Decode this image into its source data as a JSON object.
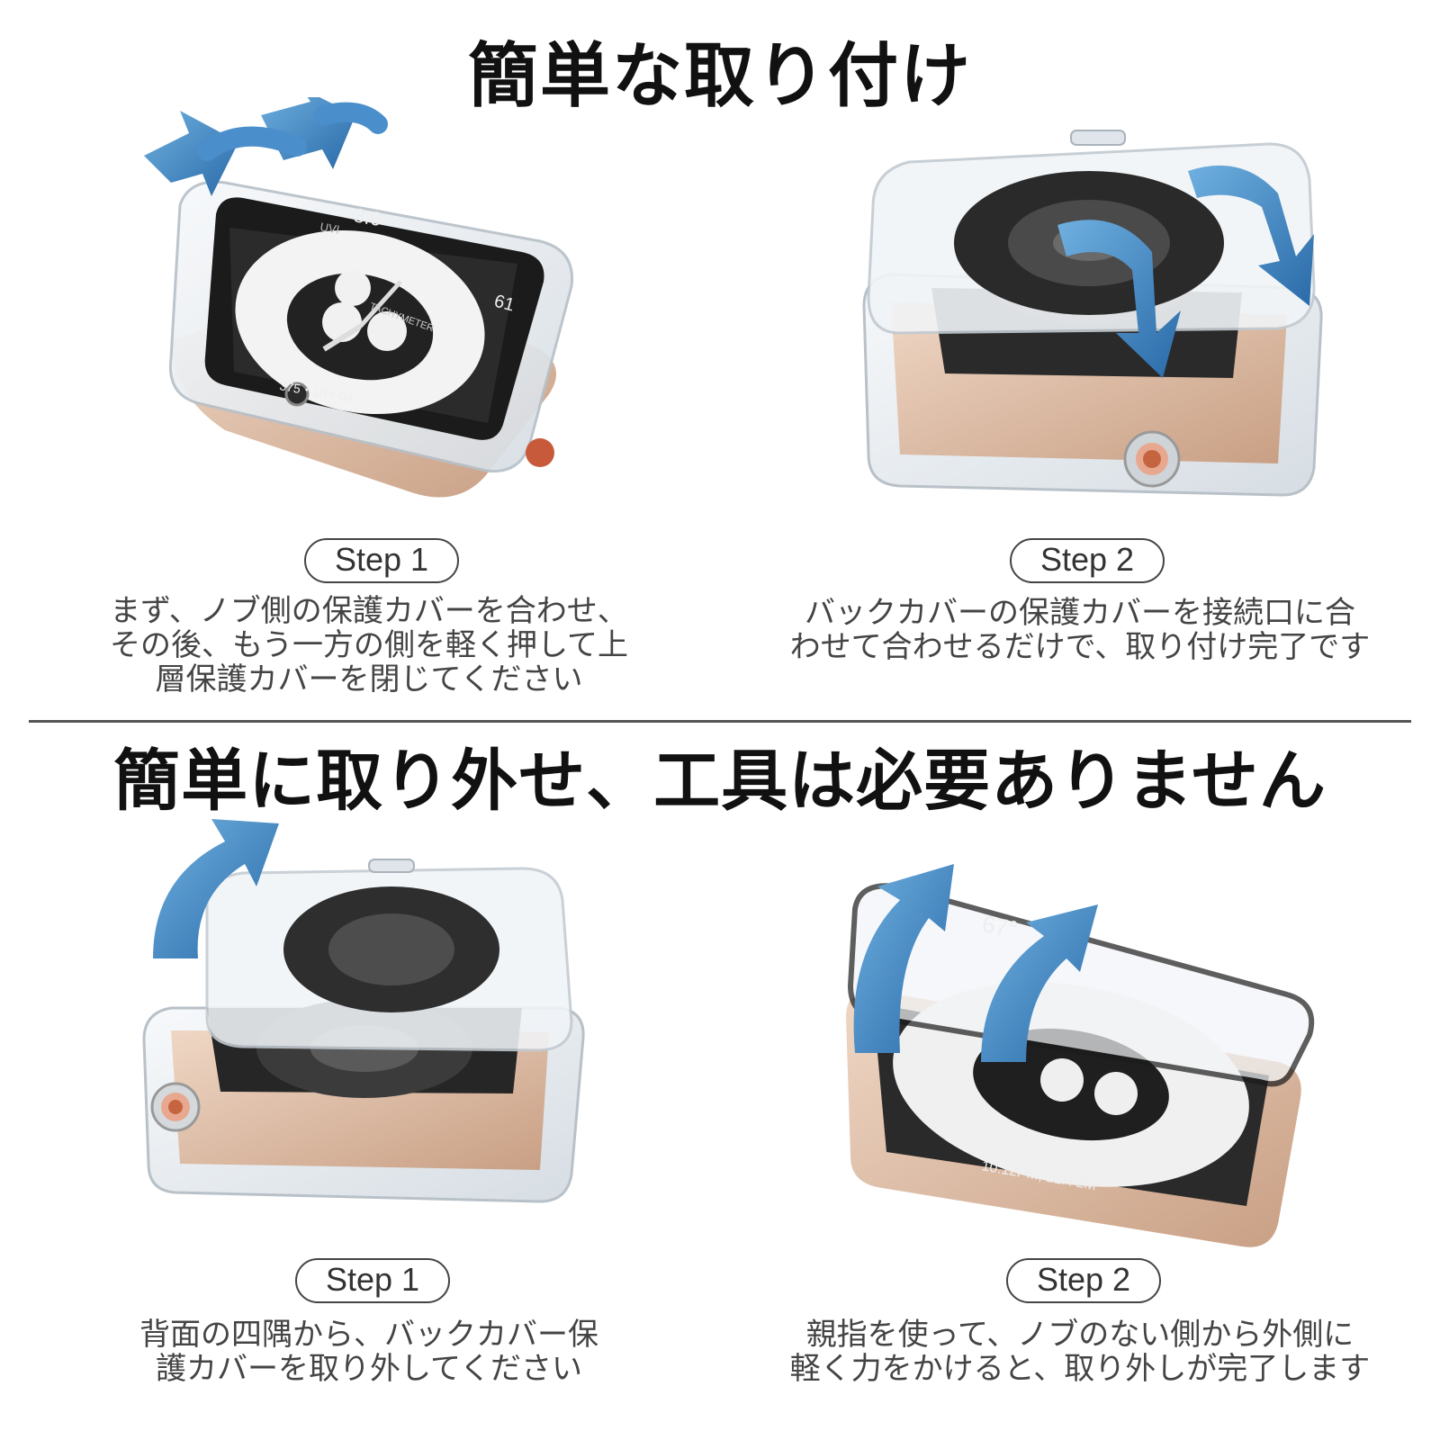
{
  "install": {
    "title": "簡単な取り付け",
    "steps": [
      {
        "label": "Step 1",
        "lines": [
          "まず、ノブ側の保護カバーを合わせ、",
          "その後、もう一方の側を軽く押して上",
          "層保護カバーを閉じてください"
        ]
      },
      {
        "label": "Step 2",
        "lines": [
          "バックカバーの保護カバーを接続口に合",
          "わせて合わせるだけで、取り付け完了です"
        ]
      }
    ]
  },
  "remove": {
    "title": "簡単に取り外せ、工具は必要ありません",
    "steps": [
      {
        "label": "Step 1",
        "lines": [
          "背面の四隅から、バックカバー保",
          "護カバーを取り外してください"
        ]
      },
      {
        "label": "Step 2",
        "lines": [
          "親指を使って、ノブのない側から外側に",
          "軽く力をかけると、取り外しが完了します"
        ]
      }
    ]
  },
  "watch_face": {
    "top_number": "3.6",
    "uvi": "UVI",
    "tachymeter": "TACHYMETER",
    "right_number": "61",
    "bottom_number": "375・10・04",
    "time_text": "10:12PM, 12H 2M",
    "temp_text": "67°"
  },
  "colors": {
    "arrow_blue": "#3f86c4",
    "watch_gold": "#d9b79e",
    "case_clear": "#e8edf1"
  }
}
